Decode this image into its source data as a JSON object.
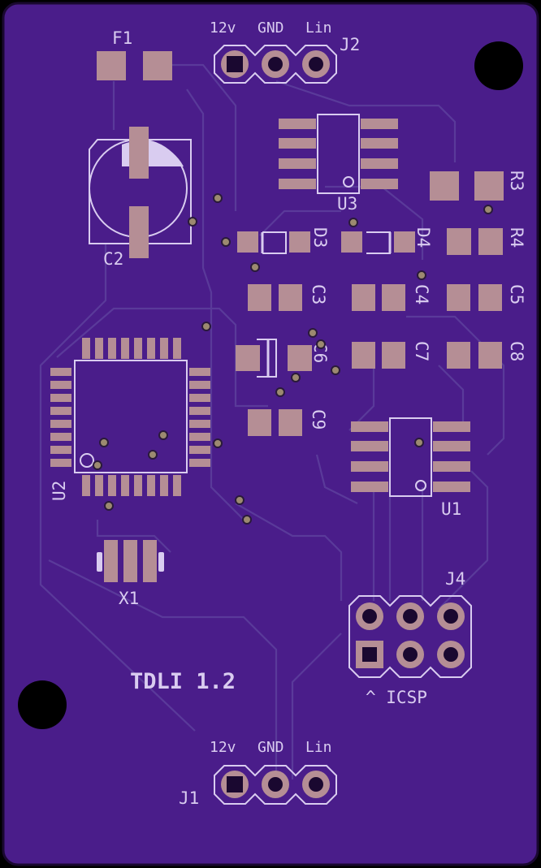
{
  "board": {
    "title": "TDLI 1.2",
    "colors": {
      "board": "#4a1d8a",
      "copper": "#b58e95",
      "silkscreen": "#d9ccf0",
      "trace": "#5a3a9a",
      "edge": "#000000"
    }
  },
  "connectors": {
    "j2": {
      "ref": "J2",
      "pin1": "12v",
      "pin2": "GND",
      "pin3": "Lin"
    },
    "j1": {
      "ref": "J1",
      "pin1": "12v",
      "pin2": "GND",
      "pin3": "Lin"
    },
    "j4": {
      "ref": "J4",
      "caption": "^ ICSP"
    }
  },
  "components": {
    "f1": "F1",
    "c2": "C2",
    "u3": "U3",
    "r3": "R3",
    "r4": "R4",
    "d3": "D3",
    "d4": "D4",
    "c3": "C3",
    "c4": "C4",
    "c5": "C5",
    "c6": "C6",
    "c7": "C7",
    "c8": "C8",
    "c9": "C9",
    "u2": "U2",
    "u1": "U1",
    "x1": "X1"
  }
}
